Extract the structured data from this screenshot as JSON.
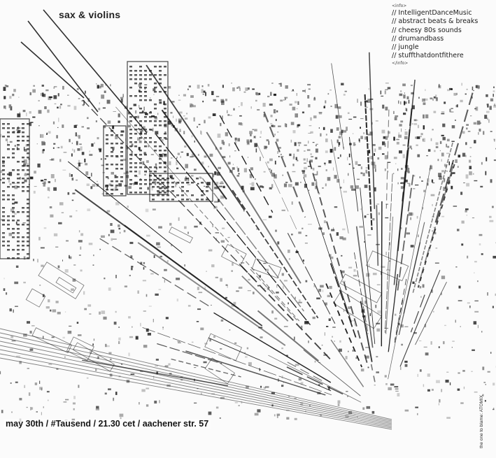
{
  "poster": {
    "title": "sax & violins",
    "genres": {
      "open_tag": "<info>",
      "items": [
        "// IntelligentDanceMusic",
        "// abstract beats & breaks",
        "// cheesy 80s sounds",
        "// drumandbass",
        "// jungle",
        "// stuffthatdontfithere"
      ],
      "close_tag": "</info>"
    },
    "footer": "may 30th / #Tausend / 21.30 cet / aachener str. 57",
    "credit": "the one to blame: ATOMIX"
  },
  "colors": {
    "ink": "#1a1a1a",
    "paper": "#fbfbfb",
    "gray": "#777777"
  }
}
